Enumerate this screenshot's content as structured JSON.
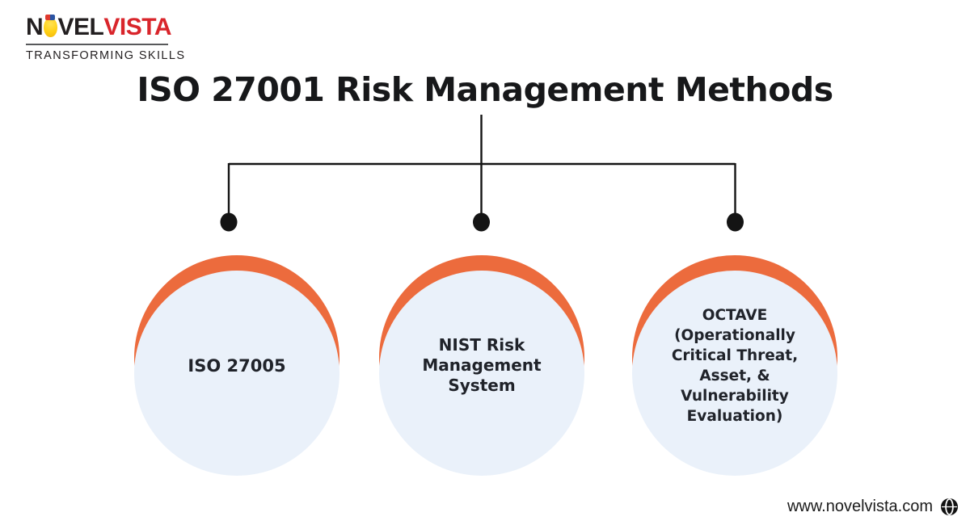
{
  "logo": {
    "brand_part1": "N",
    "brand_part2": "VEL",
    "brand_part3": "VISTA",
    "tagline": "TRANSFORMING SKILLS",
    "colors": {
      "dark": "#231f20",
      "red": "#d9252b",
      "ball_yellow": "#ffd014",
      "cap_red": "#e03a2f",
      "cap_blue": "#2b54a3"
    }
  },
  "title": "ISO 27001 Risk Management Methods",
  "diagram": {
    "line_color": "#141414",
    "node_fill_color": "#eaf1fa",
    "node_arc_color": "#ec6b3d",
    "nodes": [
      {
        "id": "iso-27005",
        "lines": [
          "ISO 27005"
        ]
      },
      {
        "id": "nist-risk-management-system",
        "lines": [
          "NIST Risk",
          "Management",
          "System"
        ]
      },
      {
        "id": "octave",
        "lines": [
          "OCTAVE",
          "(Operationally",
          "Critical Threat,",
          "Asset, &",
          "Vulnerability",
          "Evaluation)"
        ]
      }
    ]
  },
  "footer": {
    "website": "www.novelvista.com",
    "globe_icon": "globe-with-meridians"
  }
}
